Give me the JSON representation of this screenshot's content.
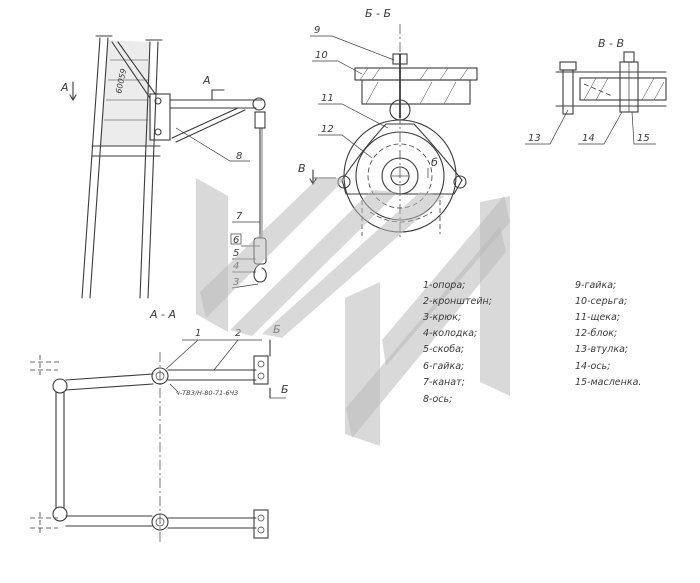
{
  "views": {
    "section_bb_title": "Б - Б",
    "section_vv_title": "В - В",
    "section_aa_title": "А - А"
  },
  "section_marks": {
    "a_left": "А",
    "a_right": "А",
    "b_upper": "Б",
    "b_lower": "Б",
    "v_mark": "В",
    "b_small": "б"
  },
  "dimension_label": "60059",
  "plan_note": "ч-ТВЗ/Н-80-71-6ЧЗ",
  "callouts": {
    "n1": "1",
    "n2": "2",
    "n3": "3",
    "n4": "4",
    "n5": "5",
    "n6": "6",
    "n7": "7",
    "n8": "8",
    "n9": "9",
    "n10": "10",
    "n11": "11",
    "n12": "12",
    "n13": "13",
    "n14": "14",
    "n15": "15"
  },
  "legend_left": [
    "1-опора;",
    "2-кронштейн;",
    "3-крюк;",
    "4-колодка;",
    "5-скоба;",
    "6-гайка;",
    "7-канат;",
    "8-ось;"
  ],
  "legend_right": [
    "9-гайка;",
    "10-серьга;",
    "11-щека;",
    "12-блок;",
    "13-втулка;",
    "14-ось;",
    "15-масленка."
  ],
  "colors": {
    "ink": "#3b3b3b",
    "watermark": "#b9b9b9",
    "background": "#ffffff"
  }
}
